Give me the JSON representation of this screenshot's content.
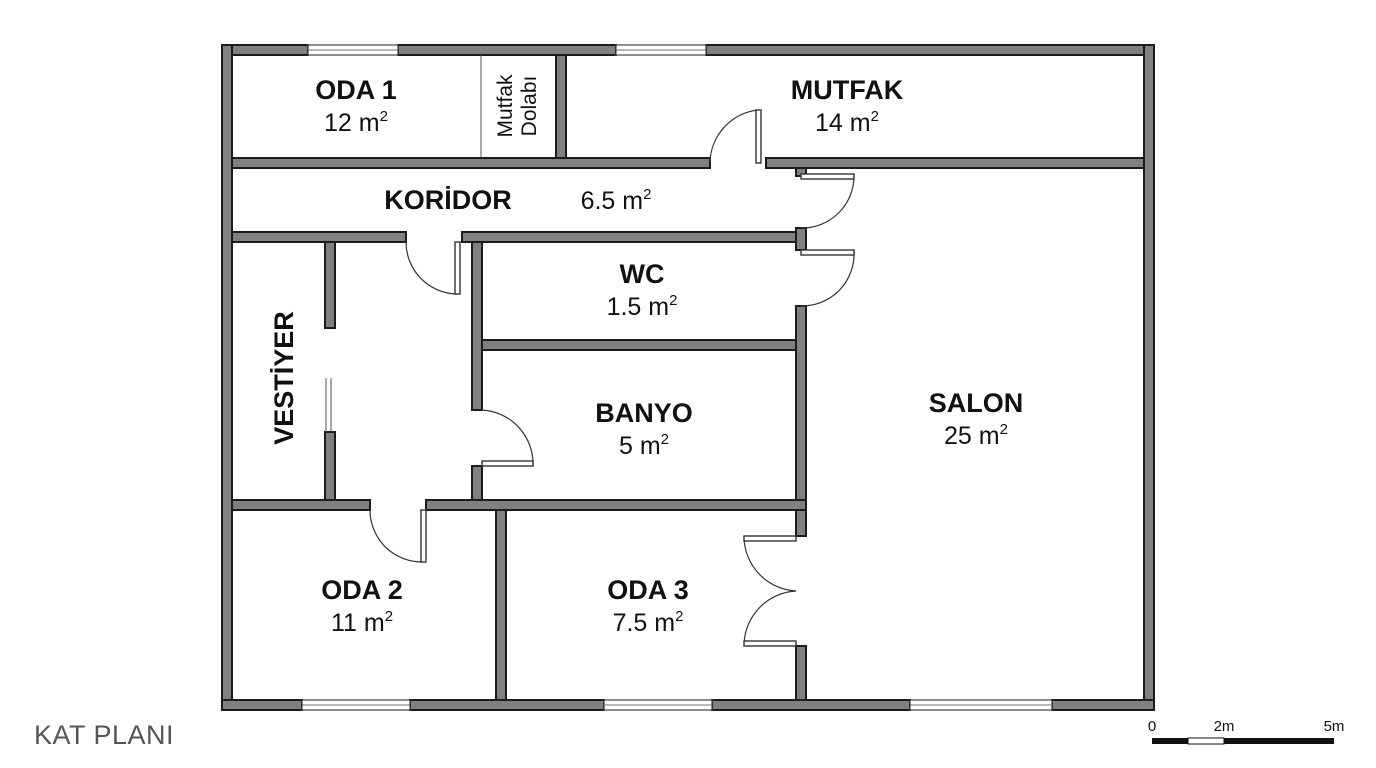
{
  "title": "KAT PLANI",
  "unit_sup": "2",
  "rooms": {
    "oda1": {
      "name": "ODA 1",
      "area": "12 m"
    },
    "mutfak_dolabi": {
      "line1": "Mutfak",
      "line2": "Dolabı"
    },
    "mutfak": {
      "name": "MUTFAK",
      "area": "14 m"
    },
    "koridor": {
      "name": "KORİDOR",
      "area": "6.5 m"
    },
    "wc": {
      "name": "WC",
      "area": "1.5 m"
    },
    "vestiyer": {
      "name": "VESTİYER"
    },
    "banyo": {
      "name": "BANYO",
      "area": "5 m"
    },
    "salon": {
      "name": "SALON",
      "area": "25 m"
    },
    "oda2": {
      "name": "ODA 2",
      "area": "11 m"
    },
    "oda3": {
      "name": "ODA 3",
      "area": "7.5 m"
    }
  },
  "scale": {
    "labels": [
      "0",
      "2m",
      "5m"
    ]
  },
  "colors": {
    "wall_fill": "#808080",
    "wall_edge": "#1c1c1c",
    "text": "#111111",
    "title": "#555555"
  }
}
